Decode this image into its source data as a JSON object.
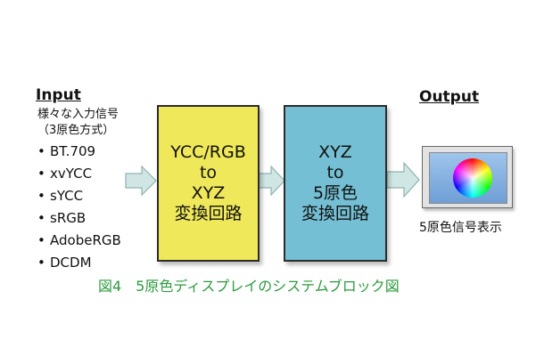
{
  "input": {
    "heading": "Input",
    "desc_line1": "様々な入力信号",
    "desc_line2": "（3原色方式）",
    "bullet": "•",
    "items": [
      "BT.709",
      "xvYCC",
      "sYCC",
      "sRGB",
      "AdobeRGB",
      "DCDM"
    ]
  },
  "blocks": [
    {
      "lines": [
        "YCC/RGB",
        "to",
        "XYZ",
        "変換回路"
      ],
      "color": "#efe85a"
    },
    {
      "lines": [
        "XYZ",
        "to",
        "5原色",
        "変換回路"
      ],
      "color": "#74bfd3"
    }
  ],
  "output": {
    "heading": "Output",
    "label": "5原色信号表示"
  },
  "caption": "図4　5原色ディスプレイのシステムブロック図",
  "colors": {
    "arrow_fill": "#cfe6e4",
    "arrow_stroke": "#8fb2b0",
    "caption": "#2d9a3e"
  }
}
